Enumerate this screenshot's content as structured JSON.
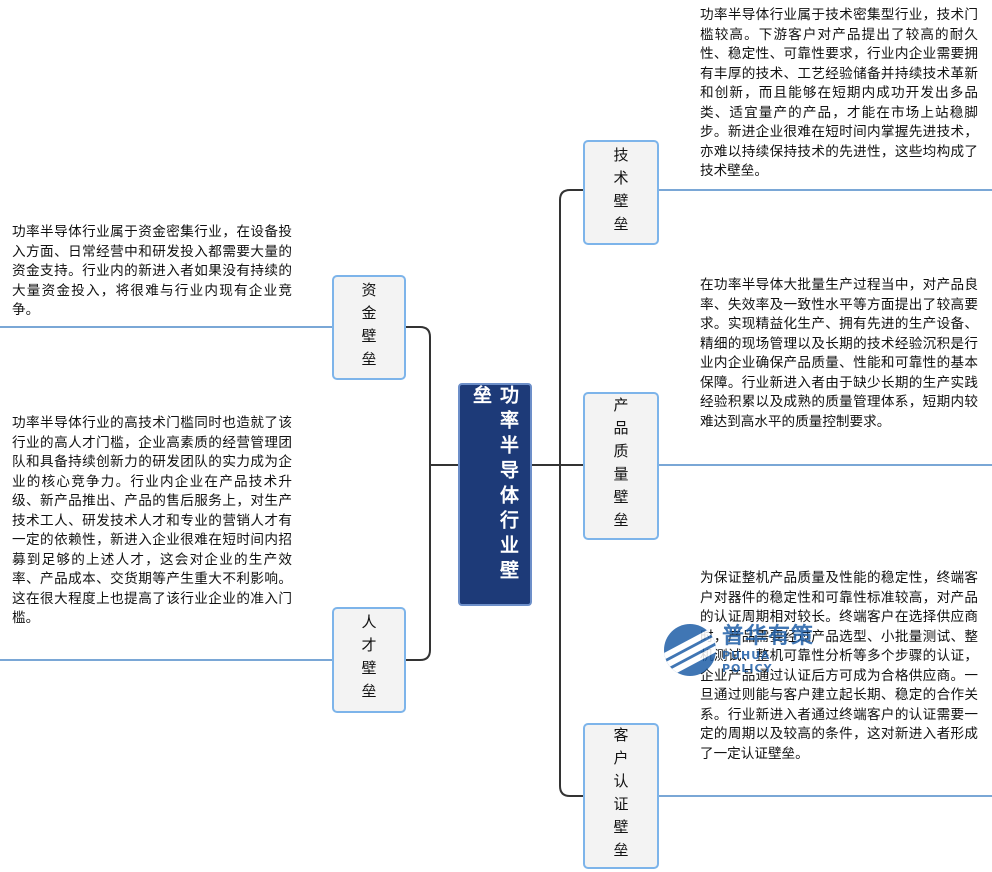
{
  "center": {
    "title": "功率半导体行业壁垒"
  },
  "barriers": {
    "tech": {
      "label": "技术壁垒",
      "text": "功率半导体行业属于技术密集型行业，技术门槛较高。下游客户对产品提出了较高的耐久性、稳定性、可靠性要求，行业内企业需要拥有丰厚的技术、工艺经验储备并持续技术革新和创新，而且能够在短期内成功开发出多品类、适宜量产的产品，才能在市场上站稳脚步。新进企业很难在短时间内掌握先进技术，亦难以持续保持技术的先进性，这些均构成了技术壁垒。"
    },
    "capital": {
      "label": "资金壁垒",
      "text": "功率半导体行业属于资金密集行业，在设备投入方面、日常经营中和研发投入都需要大量的资金支持。行业内的新进入者如果没有持续的大量资金投入，将很难与行业内现有企业竞争。"
    },
    "quality": {
      "label": "产品质量壁垒",
      "text": "在功率半导体大批量生产过程当中，对产品良率、失效率及一致性水平等方面提出了较高要求。实现精益化生产、拥有先进的生产设备、精细的现场管理以及长期的技术经验沉积是行业内企业确保产品质量、性能和可靠性的基本保障。行业新进入者由于缺少长期的生产实践经验积累以及成熟的质量管理体系，短期内较难达到高水平的质量控制要求。"
    },
    "talent": {
      "label": "人才壁垒",
      "text": "功率半导体行业的高技术门槛同时也造就了该行业的高人才门槛，企业高素质的经营管理团队和具备持续创新力的研发团队的实力成为企业的核心竞争力。行业内企业在产品技术升级、新产品推出、产品的售后服务上，对生产技术工人、研发技术人才和专业的营销人才有一定的依赖性，新进入企业很难在短时间内招募到足够的上述人才，这会对企业的生产效率、产品成本、交货期等产生重大不利影响。这在很大程度上也提高了该行业企业的准入门槛。"
    },
    "customer": {
      "label": "客户认证壁垒",
      "text": "为保证整机产品质量及性能的稳定性，终端客户对器件的稳定性和可靠性标准较高，对产品的认证周期相对较长。终端客户在选择供应商时，产品需要经过产品选型、小批量测试、整机测试、整机可靠性分析等多个步骤的认证，企业产品通过认证后方可成为合格供应商。一旦通过则能与客户建立起长期、稳定的合作关系。行业新进入者通过终端客户的认证需要一定的周期以及较高的条件，这对新进入者形成了一定认证壁垒。"
    }
  },
  "watermark": {
    "name": "普华有策",
    "name_en": "PUHUA POLICY"
  },
  "colors": {
    "center_bg": "#1d3a78",
    "node_border": "#7db4ea",
    "connector": "#333333",
    "underline": "#7aa7d6"
  }
}
